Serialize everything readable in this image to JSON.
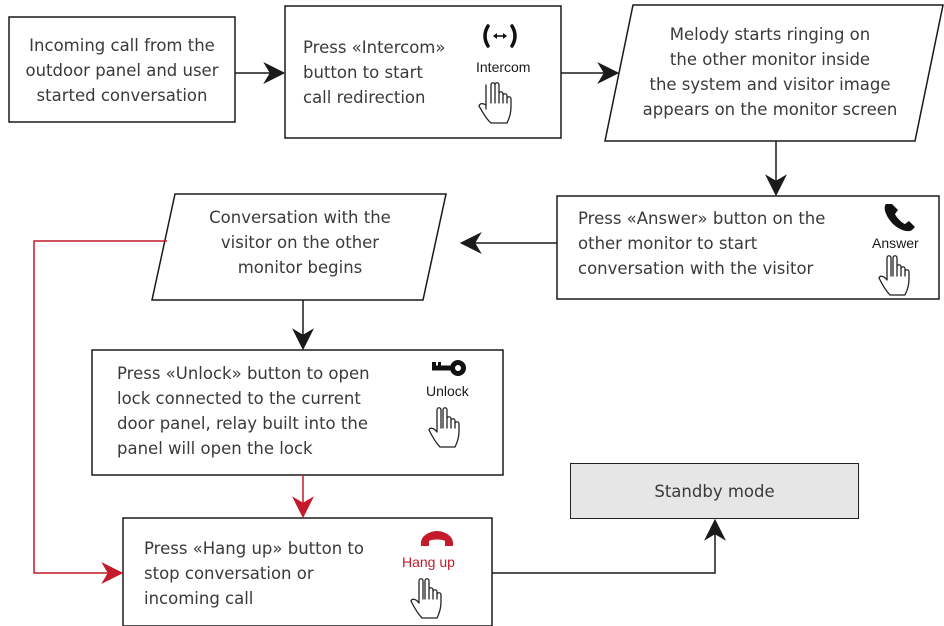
{
  "steps": {
    "incoming": {
      "lines": [
        "Incoming call from the",
        "outdoor panel and user",
        "started conversation"
      ]
    },
    "press_intercom": {
      "lines": [
        "Press «Intercom»",
        "button to start",
        "call redirection"
      ],
      "button_label": "Intercom",
      "icon": "intercom-arrows-icon"
    },
    "melody": {
      "lines": [
        "Melody starts ringing on",
        "the other monitor inside",
        "the system and visitor image",
        "appears on the monitor screen"
      ]
    },
    "press_answer": {
      "lines": [
        "Press «Answer» button on the",
        "other monitor to start",
        "conversation with the visitor"
      ],
      "button_label": "Answer",
      "icon": "phone-handset-icon"
    },
    "conversation": {
      "lines": [
        "Conversation with the",
        "visitor on the other",
        "monitor begins"
      ]
    },
    "press_unlock": {
      "lines": [
        "Press «Unlock» button to open",
        "lock connected to the current",
        "door panel, relay built into the",
        "panel will open the lock"
      ],
      "button_label": "Unlock",
      "icon": "key-icon"
    },
    "press_hangup": {
      "lines": [
        "Press «Hang up» button to",
        "stop conversation or",
        "incoming call"
      ],
      "button_label": "Hang up",
      "icon": "hang-up-phone-icon"
    },
    "standby": {
      "label": "Standby mode"
    }
  },
  "colors": {
    "line": "#1a1a1a",
    "accent_red": "#c41a2b",
    "text": "#3a3a3a",
    "standby_fill": "#e6e6e6"
  }
}
